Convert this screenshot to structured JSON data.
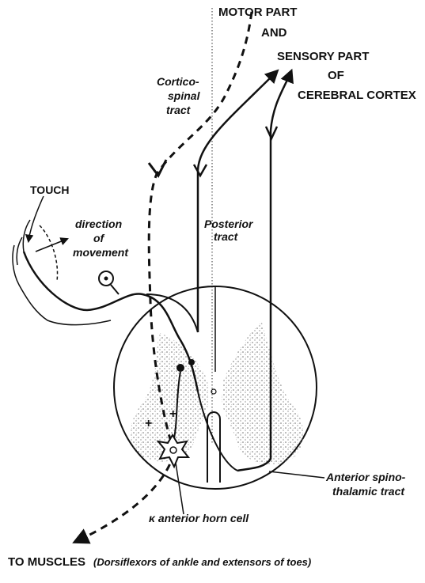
{
  "labels": {
    "motor_part": "MOTOR PART",
    "and": "AND",
    "sensory_part": "SENSORY PART",
    "of": "OF",
    "cerebral_cortex": "CEREBRAL CORTEX",
    "cortico": "Cortico-",
    "spinal": "spinal",
    "tract": "tract",
    "touch": "TOUCH",
    "direction": "direction",
    "of_lower": "of",
    "movement": "movement",
    "posterior": "Posterior",
    "posterior_tract": "tract",
    "anterior_spino": "Anterior spino-",
    "thalamic_tract": "thalamic tract",
    "anterior_horn_cell": "κ anterior horn cell",
    "to_muscles": "TO MUSCLES",
    "muscles_detail": "(Dorsiflexors of ankle and extensors of toes)",
    "plus_left": "+",
    "plus_right": "+"
  },
  "colors": {
    "ink": "#111111",
    "stipple": "#7a7a7a",
    "background": "#ffffff"
  }
}
